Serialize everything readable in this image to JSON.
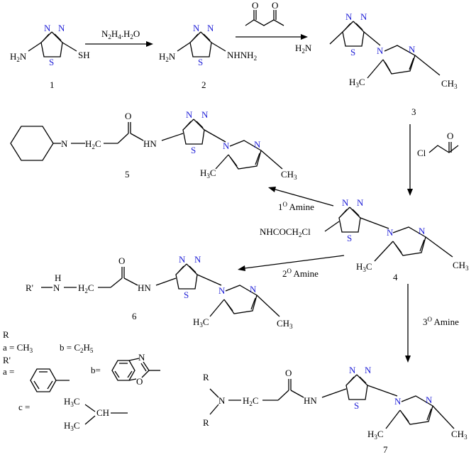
{
  "labels": {
    "c1": "1",
    "c2": "2",
    "c3": "3",
    "c4": "4",
    "c5": "5",
    "c6": "6",
    "c7": "7"
  },
  "reagents": {
    "hydrazine_n": "N",
    "hydrazine_sub1": "2",
    "hydrazine_h": "H",
    "hydrazine_sub2": "4",
    "hydrazine_rest": ".H",
    "hydrazine_sub3": "2",
    "hydrazine_o": "O",
    "chloroacetone_cl": "Cl",
    "primary_amine": "1",
    "primary_amine_sup": "O",
    "primary_amine_word": " Amine",
    "secondary_amine": "2",
    "secondary_amine_sup": "O",
    "secondary_amine_word": " Amine",
    "tertiary_amine": "3",
    "tertiary_amine_sup": "O",
    "tertiary_amine_word": " Amine"
  },
  "atoms": {
    "N": "N",
    "S": "S",
    "SH": "SH",
    "O": "O",
    "NH": "NH",
    "HN": "HN",
    "H": "H",
    "H2N": "H",
    "H2N_sub": "2",
    "H2N_n": "N",
    "NHNH2": "NHNH",
    "NHNH2_sub": "2",
    "H3C": "H",
    "H3C_sub": "3",
    "H3C_c": "C",
    "CH3": "CH",
    "CH3_sub": "3",
    "H2C": "H",
    "H2C_sub": "2",
    "H2C_c": "C",
    "Cl": "Cl",
    "R": "R",
    "R_prime": "R'",
    "NHCOCH2Cl": "NHCOCH",
    "NHCOCH2Cl_sub": "2",
    "NHCOCH2Cl_cl": "Cl"
  },
  "legend": {
    "R": "R",
    "a_eq": "a = CH",
    "a_sub": "3",
    "b_eq": "b = C",
    "b_sub1": "2",
    "b_h": "H",
    "b_sub2": "5",
    "R_prime": "R'",
    "a2_eq": "a =",
    "b2_eq": "b=",
    "c_eq": "c =",
    "N": "N",
    "O": "O",
    "H3C": "H",
    "H3C_sub": "3",
    "H3C_c": "C",
    "CH": "CH"
  },
  "colors": {
    "ring_heteroatom": "#1f1fd6",
    "ink": "#000000"
  }
}
